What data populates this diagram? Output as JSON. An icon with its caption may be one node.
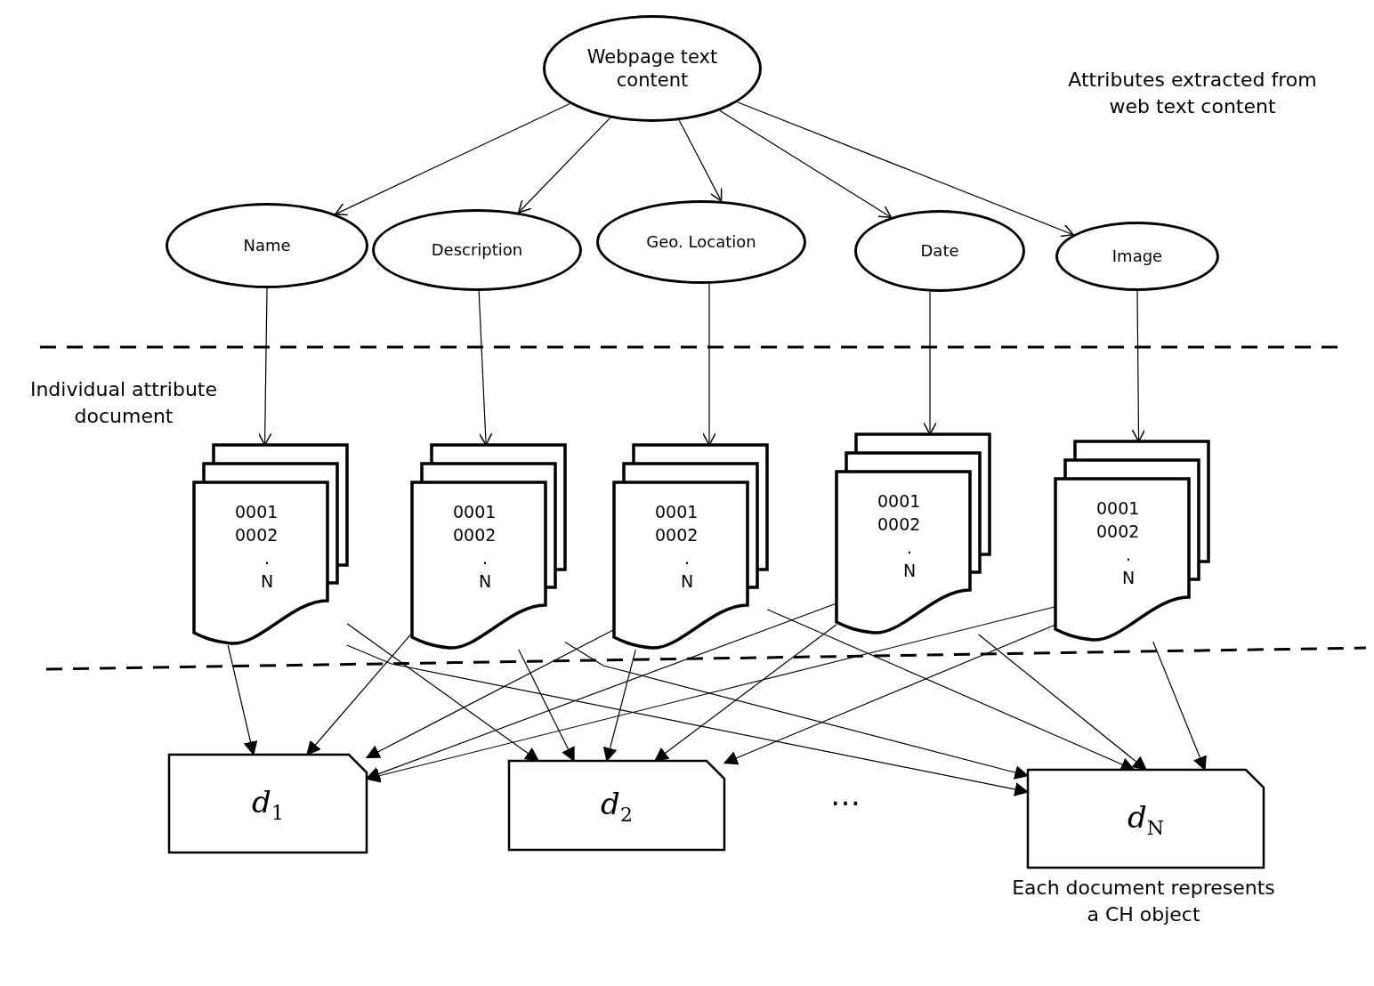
{
  "diagram": {
    "nodes": [
      {
        "text": [
          "Webpage text content"
        ]
      },
      {
        "text": [
          "Name"
        ]
      },
      {
        "text": [
          "Description"
        ]
      },
      {
        "text": [
          "Geo. Location"
        ]
      },
      {
        "text": [
          "Date"
        ]
      },
      {
        "text": [
          "Image"
        ]
      },
      {
        "text": [
          "0001",
          "0002",
          ".",
          "N"
        ]
      },
      {
        "text": [
          "0001",
          "0002",
          ".",
          "N"
        ]
      },
      {
        "text": [
          "0001",
          "0002",
          ".",
          "N"
        ]
      },
      {
        "text": [
          "0001",
          "0002",
          ".",
          "N"
        ]
      },
      {
        "text": [
          "0001",
          "0002",
          ".",
          "N"
        ]
      },
      {
        "text": [
          "d$_{1}$"
        ]
      },
      {
        "text": [
          "d$_{2}$"
        ]
      },
      {
        "text": [
          "d$_{N}$"
        ],
        "beside": [
          "Each document represents a CH object"
        ]
      }
    ],
    "edges": [
      {
        "from": 0,
        "to": 1,
        "arrow": "to"
      },
      {
        "from": 0,
        "to": 2,
        "arrow": "to"
      },
      {
        "from": 0,
        "to": 3,
        "arrow": "to"
      },
      {
        "from": 0,
        "to": 4,
        "arrow": "to"
      },
      {
        "from": 0,
        "to": 5,
        "arrow": "to"
      },
      {
        "from": 1,
        "to": 6,
        "arrow": "to"
      },
      {
        "from": 2,
        "to": 7,
        "arrow": "to"
      },
      {
        "from": 3,
        "to": 8,
        "arrow": "to"
      },
      {
        "from": 4,
        "to": 9,
        "arrow": "to"
      },
      {
        "from": 5,
        "to": 10,
        "arrow": "to"
      },
      {
        "from": 6,
        "to": 11,
        "arrow": "to"
      },
      {
        "from": 6,
        "to": 12,
        "arrow": "to"
      },
      {
        "from": 6,
        "to": 13,
        "arrow": "to"
      },
      {
        "from": 7,
        "to": 11,
        "arrow": "to"
      },
      {
        "from": 7,
        "to": 12,
        "arrow": "to"
      },
      {
        "from": 7,
        "to": 13,
        "arrow": "to"
      },
      {
        "from": 8,
        "to": 11,
        "arrow": "to"
      },
      {
        "from": 8,
        "to": 12,
        "arrow": "to"
      },
      {
        "from": 8,
        "to": 13,
        "arrow": "to"
      },
      {
        "from": 9,
        "to": 11,
        "arrow": "to"
      },
      {
        "from": 9,
        "to": 12,
        "arrow": "to"
      },
      {
        "from": 9,
        "to": 13,
        "arrow": "to"
      },
      {
        "from": 10,
        "to": 11,
        "arrow": "to"
      },
      {
        "from": 10,
        "to": 12,
        "arrow": "to"
      },
      {
        "from": 10,
        "to": 13,
        "arrow": "to"
      }
    ],
    "labels": [
      "Attributes extracted from web text content",
      "Individual attribute document",
      "…"
    ]
  }
}
